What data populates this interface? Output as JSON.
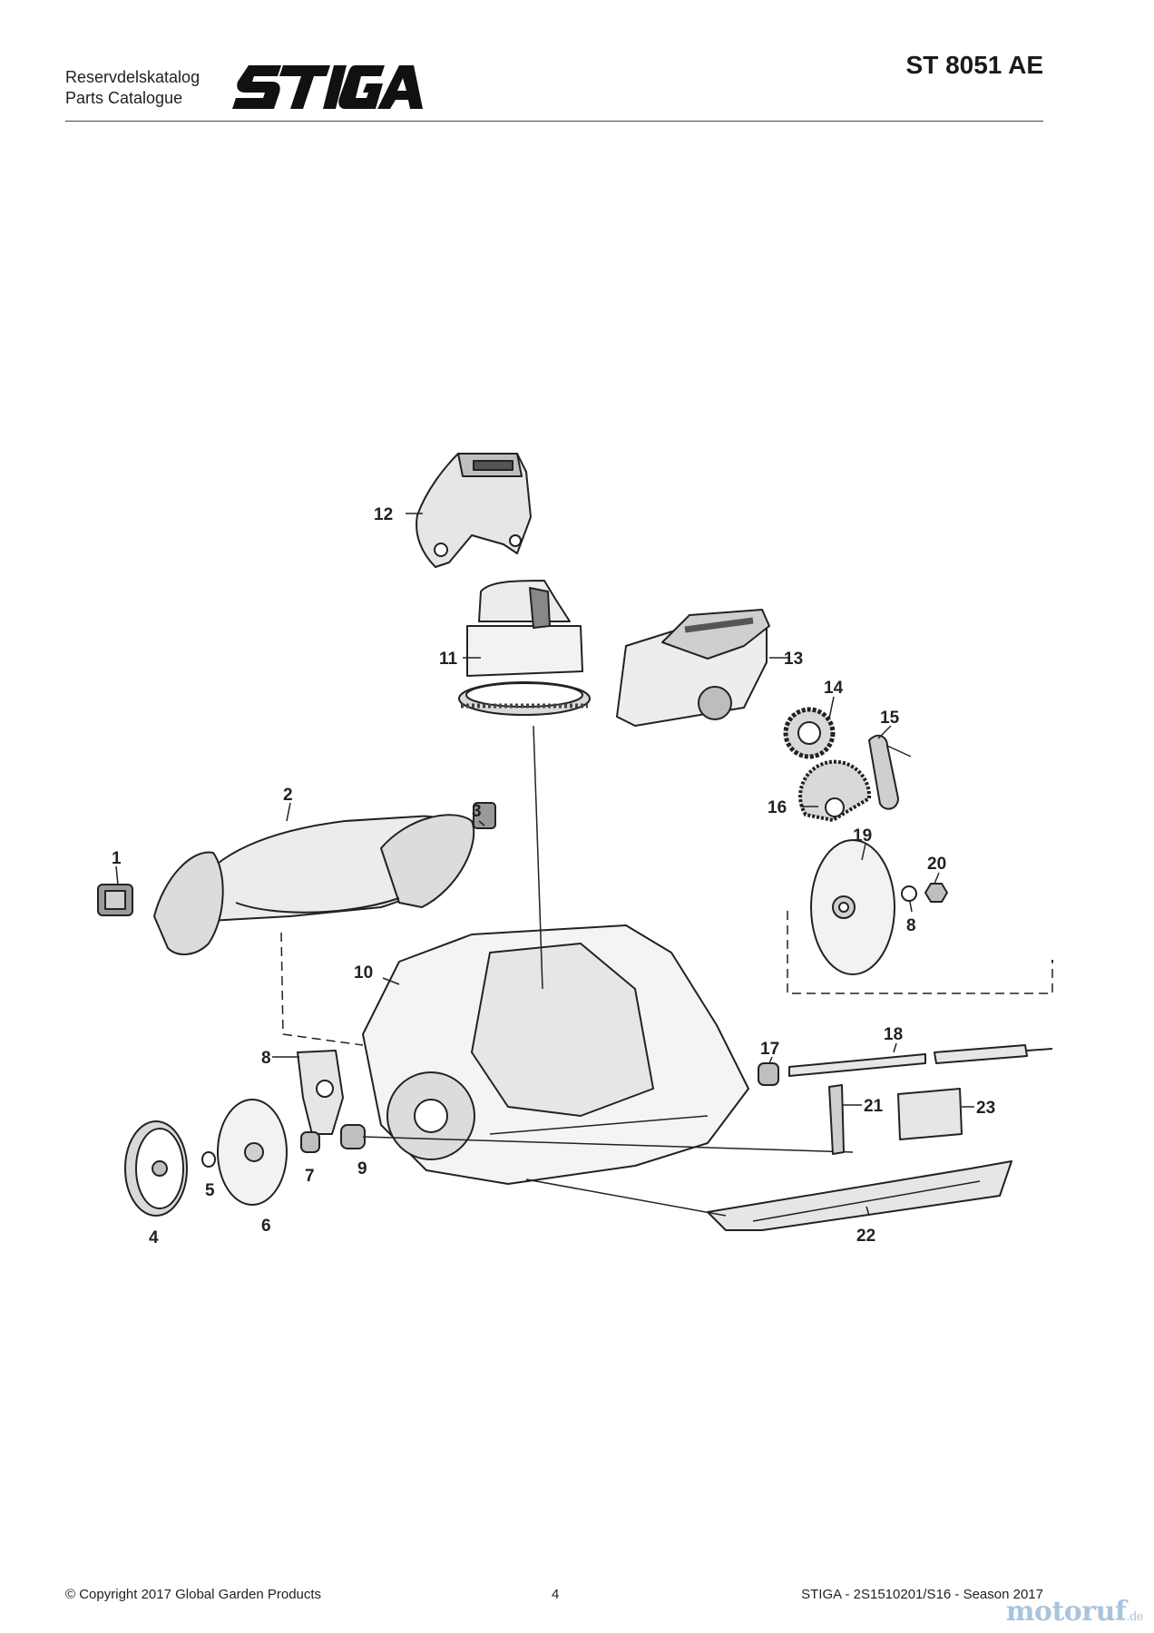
{
  "header": {
    "catalog_label_se": "Reservdelskatalog",
    "catalog_label_en": "Parts Catalogue",
    "brand_logo": "STIGA",
    "model": "ST 8051 AE"
  },
  "diagram": {
    "callouts": [
      "1",
      "2",
      "3",
      "4",
      "5",
      "6",
      "7",
      "8",
      "8",
      "9",
      "10",
      "11",
      "12",
      "13",
      "14",
      "15",
      "16",
      "17",
      "18",
      "19",
      "20",
      "21",
      "22",
      "23"
    ]
  },
  "footer": {
    "copyright": "© Copyright 2017 Global Garden Products",
    "page_number": "4",
    "document_ref": "STIGA - 2S1510201/S16 - Season 2017"
  },
  "watermark": {
    "text": "motoruf",
    "suffix": ".de",
    "color": "#a9c4dd"
  }
}
